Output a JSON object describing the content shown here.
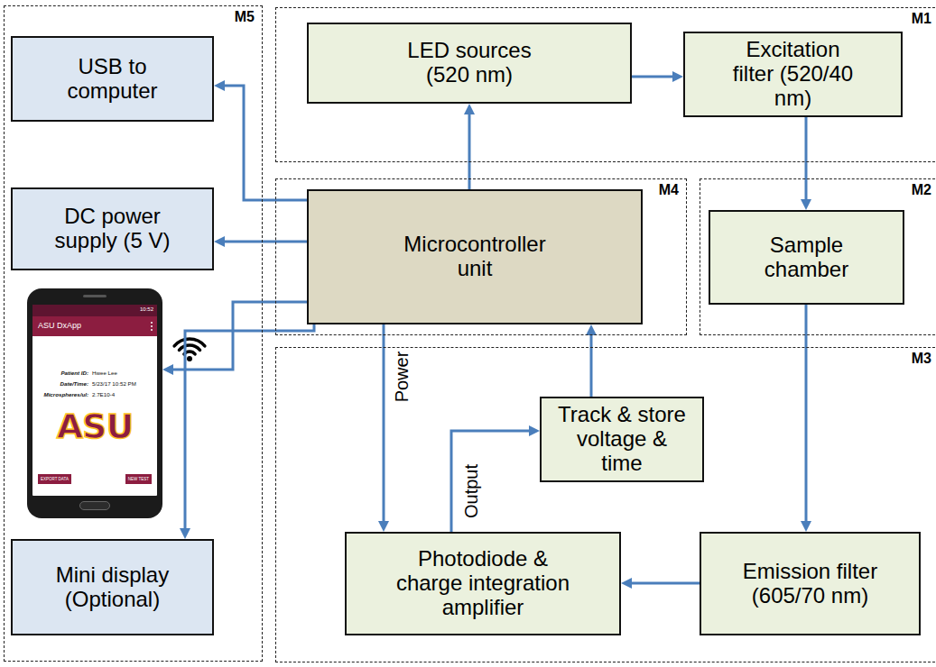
{
  "diagram": {
    "nodes": [
      {
        "text": [
          "M5"
        ]
      },
      {
        "text": [
          "USB to computer"
        ],
        "in": 0
      },
      {
        "text": [
          "DC power supply (5 V)"
        ],
        "in": 0
      },
      {
        "text": [
          "10:52",
          "ASU DxApp",
          "Patient ID:",
          "Hwee Lee",
          "Date/Time:",
          "5/23/17 10:52 PM",
          "Microspheres/ul:",
          "2.7E10-4",
          "ASU",
          "EXPORT DATA",
          "NEW TEST"
        ],
        "in": 0
      },
      {
        "text": [
          "Mini display (Optional)"
        ],
        "in": 0
      },
      {
        "text": [
          "M1"
        ]
      },
      {
        "text": [
          "LED sources (520 nm)"
        ],
        "in": 5
      },
      {
        "text": [
          "Excitation filter (520/40 nm)"
        ],
        "in": 5
      },
      {
        "text": [
          "M4"
        ]
      },
      {
        "text": [
          "Microcontroller unit"
        ],
        "in": 8
      },
      {
        "text": [
          "M2"
        ]
      },
      {
        "text": [
          "Sample chamber"
        ],
        "in": 10
      },
      {
        "text": [
          "M3"
        ]
      },
      {
        "text": [
          "Track & store voltage & time"
        ],
        "in": 12
      },
      {
        "text": [
          "Photodiode & charge integration amplifier"
        ],
        "in": 12
      },
      {
        "text": [
          "Emission filter (605/70 nm)"
        ],
        "in": 12
      }
    ],
    "edges": [
      {
        "from": 9,
        "to": 6,
        "arrow": "to"
      },
      {
        "from": 6,
        "to": 7,
        "arrow": "to"
      },
      {
        "from": 7,
        "to": 11,
        "arrow": "to"
      },
      {
        "from": 11,
        "to": 15,
        "arrow": "to"
      },
      {
        "from": 15,
        "to": 14,
        "arrow": "to"
      },
      {
        "from": 14,
        "to": 13,
        "label": "Output",
        "arrow": "to"
      },
      {
        "from": 13,
        "to": 9,
        "arrow": "to"
      },
      {
        "from": 9,
        "to": 14,
        "label": "Power",
        "arrow": "to"
      },
      {
        "from": 9,
        "to": 1,
        "arrow": "to"
      },
      {
        "from": 9,
        "to": 2,
        "arrow": "to"
      },
      {
        "from": 9,
        "to": 3,
        "arrow": "to"
      },
      {
        "from": 9,
        "to": 4,
        "arrow": "to"
      }
    ]
  }
}
